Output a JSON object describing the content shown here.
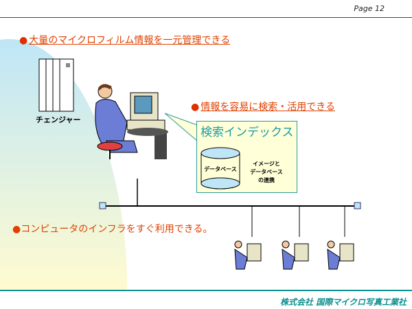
{
  "header": {
    "page_label": "Page 12"
  },
  "bullets": [
    "大量のマイクロフィルム情報を一元管理できる",
    "情報を容易に検索・活用できる",
    "コンピュータのインフラをすぐ利用できる。"
  ],
  "changer_label": "チェンジャー",
  "callout": {
    "title": "検索インデックス",
    "db_label": "データベース",
    "link_text": [
      "イメージと",
      "データベース",
      "の連携"
    ]
  },
  "footer": {
    "company": "株式会社 国際マイクロ写真工業社"
  },
  "colors": {
    "accent": "#e04000",
    "teal": "#0a8f8f",
    "callout_bg": "#ffffd8"
  }
}
